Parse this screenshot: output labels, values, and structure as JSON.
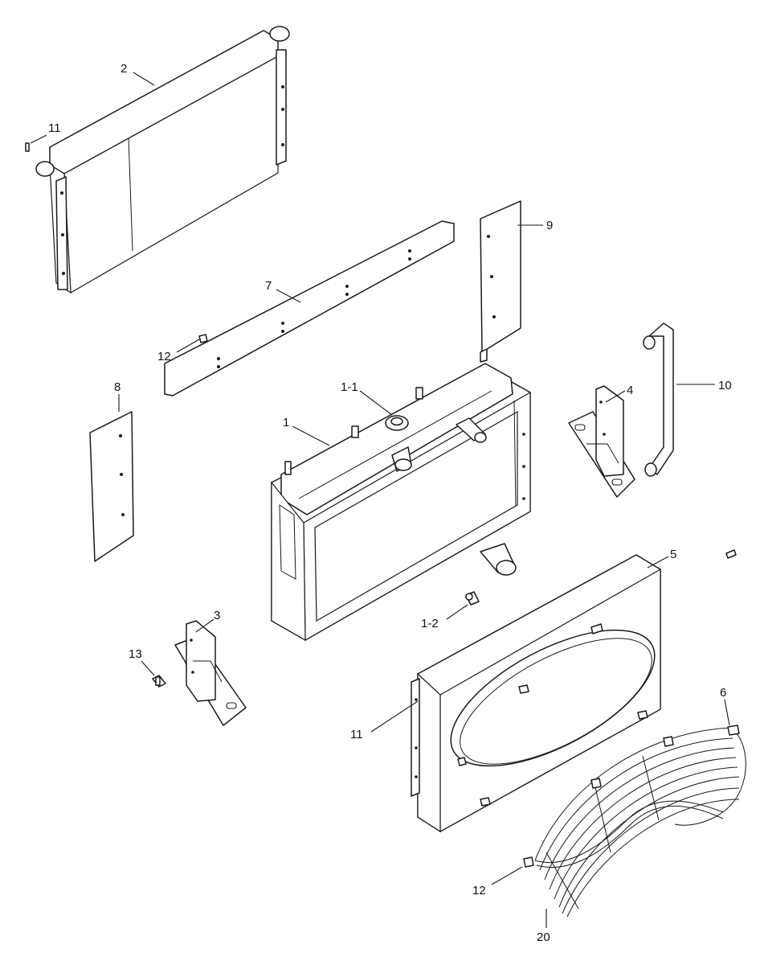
{
  "diagram": {
    "callouts": [
      {
        "id": "c1",
        "text": "1"
      },
      {
        "id": "c1_1",
        "text": "1-1"
      },
      {
        "id": "c1_2",
        "text": "1-2"
      },
      {
        "id": "c2",
        "text": "2"
      },
      {
        "id": "c3",
        "text": "3"
      },
      {
        "id": "c4",
        "text": "4"
      },
      {
        "id": "c5",
        "text": "5"
      },
      {
        "id": "c6",
        "text": "6"
      },
      {
        "id": "c7",
        "text": "7"
      },
      {
        "id": "c8",
        "text": "8"
      },
      {
        "id": "c9",
        "text": "9"
      },
      {
        "id": "c10",
        "text": "10"
      },
      {
        "id": "c11a",
        "text": "11"
      },
      {
        "id": "c11b",
        "text": "11"
      },
      {
        "id": "c12a",
        "text": "12"
      },
      {
        "id": "c12b",
        "text": "12"
      },
      {
        "id": "c13",
        "text": "13"
      },
      {
        "id": "c20",
        "text": "20"
      }
    ]
  },
  "colors": {
    "line": "#1a1a1a",
    "background": "#ffffff"
  }
}
